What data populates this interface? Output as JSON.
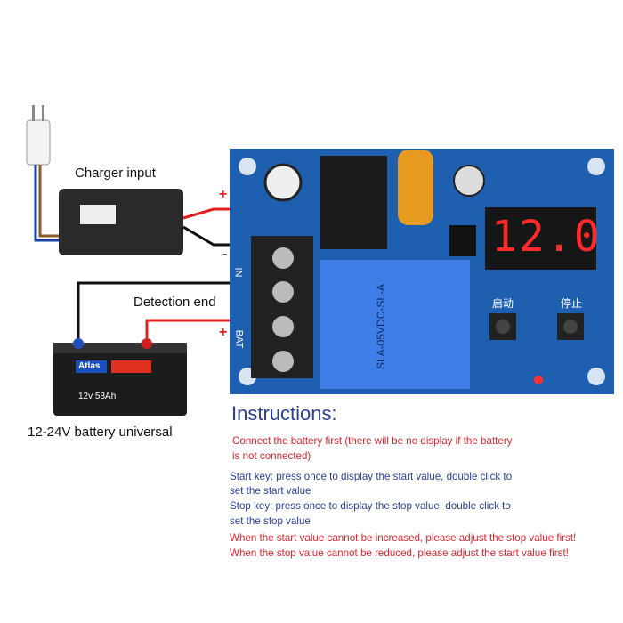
{
  "labels": {
    "charger_input": "Charger input",
    "detection_end": "Detection end",
    "battery": "12-24V battery universal"
  },
  "board": {
    "display_value": "12.0",
    "start_key_label": "启动",
    "stop_key_label": "停止",
    "terminal_in": "IN",
    "terminal_bat": "BAT",
    "relay_model": "SLA-05VDC-SL-A",
    "plus": "+",
    "minus": "-"
  },
  "battery_brand": "Atlas",
  "battery_rating": "12v 58Ah",
  "instructions": {
    "title": "Instructions:",
    "lines": [
      {
        "text": "Connect the battery first (there will be no display if the battery",
        "color": "red"
      },
      {
        "text": "is not connected)",
        "color": "red"
      },
      {
        "text": "Start key: press once to display the start value, double click to",
        "color": "blue"
      },
      {
        "text": "set the start value",
        "color": "blue"
      },
      {
        "text": "Stop key: press once to display the stop value, double click to",
        "color": "blue"
      },
      {
        "text": "set the stop value",
        "color": "blue"
      },
      {
        "text": "When the start value cannot be increased, please adjust the stop value first!",
        "color": "red"
      },
      {
        "text": "When the stop value cannot be reduced, please adjust the start value first!",
        "color": "red"
      }
    ]
  },
  "colors": {
    "board": "#1f5fb0",
    "red_text": "#d8262e",
    "blue_text": "#2b3f96",
    "display": "#ff2a2a"
  }
}
